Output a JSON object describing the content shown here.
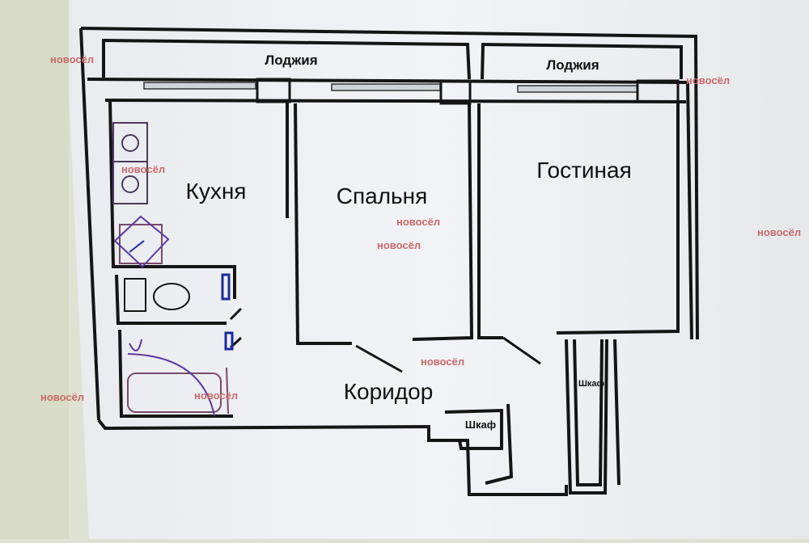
{
  "plan": {
    "rooms": {
      "loggia_left": "Лоджия",
      "loggia_right": "Лоджия",
      "kitchen": "Кухня",
      "bedroom": "Спальня",
      "living_room": "Гостиная",
      "corridor": "Коридор",
      "closet_bottom": "Шкаф",
      "closet_right": "Шкаф"
    },
    "watermark": "новосёл"
  },
  "colors": {
    "wall": "#151515",
    "plumbing": "#7a4a6a",
    "door_blue": "#1a2a9a",
    "watermark": "#c76a6a"
  }
}
